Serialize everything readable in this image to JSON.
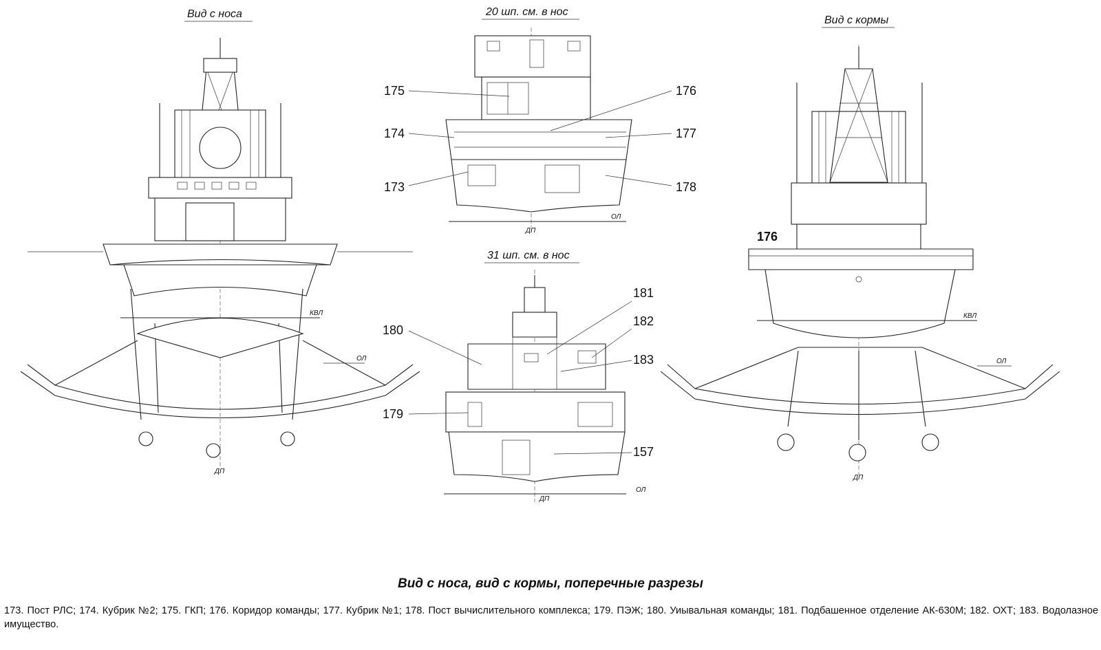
{
  "views": {
    "bow": {
      "title": "Вид с носа",
      "waterline": "КВЛ",
      "baseline": "ОЛ",
      "centerline": "ДП"
    },
    "stern": {
      "title": "Вид с кормы",
      "waterline": "КВЛ",
      "baseline": "ОЛ",
      "centerline": "ДП",
      "callout": "176"
    },
    "section20": {
      "title": "20 шп. см. в нос",
      "baseline": "ОЛ",
      "centerline": "ДП",
      "labels": {
        "l175": "175",
        "l174": "174",
        "l173": "173",
        "l176": "176",
        "l177": "177",
        "l178": "178"
      }
    },
    "section31": {
      "title": "31 шп. см. в нос",
      "baseline": "ОЛ",
      "centerline": "ДП",
      "labels": {
        "l180": "180",
        "l179": "179",
        "l181": "181",
        "l182": "182",
        "l183": "183",
        "l157": "157"
      }
    }
  },
  "caption": {
    "title": "Вид с носа, вид с кормы, поперечные разрезы",
    "legend": "173. Пост РЛС; 174. Кубрик №2; 175. ГКП; 176. Коридор команды; 177. Кубрик №1; 178. Пост вычислительного комплекса; 179. ПЭЖ; 180. Уиывальная команды; 181. Подбашенное отделение АК-630М; 182. ОХТ; 183. Водолазное имущество."
  }
}
